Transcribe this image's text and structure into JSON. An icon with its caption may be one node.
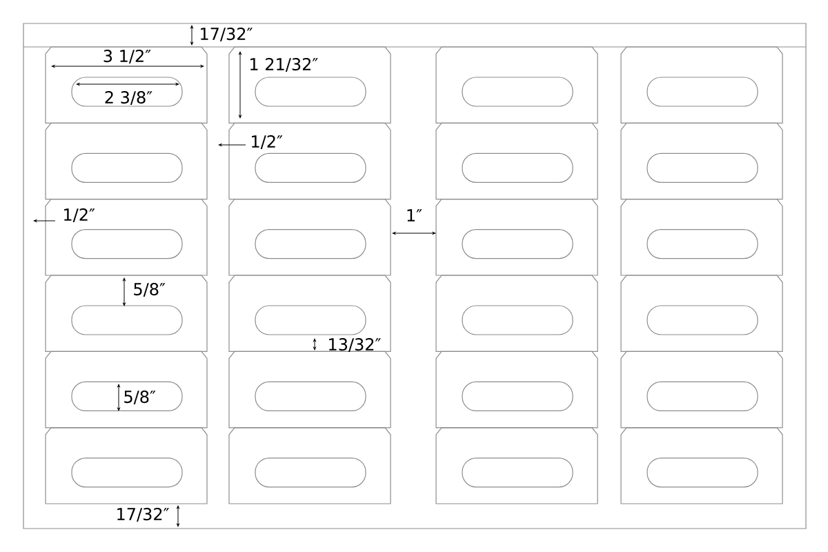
{
  "diagram": {
    "labels": [
      "17/32″",
      "3 1/2″",
      "1 21/32″",
      "2 3/8″",
      "1/2″",
      "1/2″",
      "1″",
      "5/8″",
      "13/32″",
      "5/8″",
      "17/32″"
    ]
  }
}
